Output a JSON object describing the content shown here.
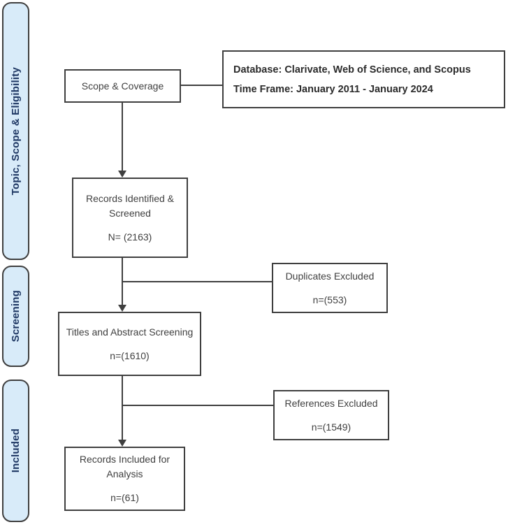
{
  "sidebar": {
    "stages": [
      {
        "label": "Topic, Scope & Eligibility"
      },
      {
        "label": "Screening"
      },
      {
        "label": "Included"
      }
    ]
  },
  "flow": {
    "scope_box": {
      "label": "Scope & Coverage"
    },
    "database_box": {
      "line1": "Database: Clarivate, Web of Science, and Scopus",
      "line2": "Time Frame: January 2011 - January 2024"
    },
    "records_identified_box": {
      "line1": "Records Identified &",
      "line2": "Screened",
      "count": "N= (2163)"
    },
    "duplicates_box": {
      "label": "Duplicates Excluded",
      "count": "n=(553)"
    },
    "titles_abstract_box": {
      "label": "Titles and Abstract Screening",
      "count": "n=(1610)"
    },
    "references_box": {
      "label": "References Excluded",
      "count": "n=(1549)"
    },
    "included_box": {
      "line1": "Records Included for",
      "line2": "Analysis",
      "count": "n=(61)"
    }
  },
  "colors": {
    "stage_fill": "#d8ebf9",
    "stage_text": "#1f3864",
    "box_border": "#3f3f3f",
    "box_text": "#404040",
    "connector": "#3f3f3f"
  }
}
